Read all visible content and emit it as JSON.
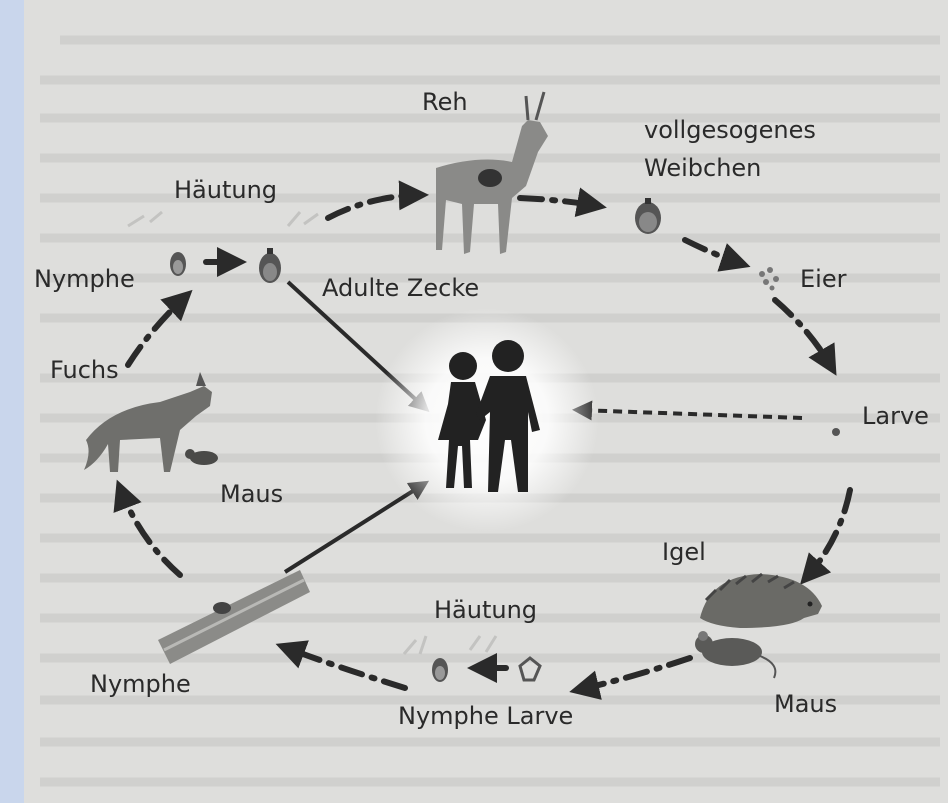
{
  "colors": {
    "frame": "#c9d6ec",
    "paper": "#dededc",
    "ink": "#2a2a2a",
    "glow": "#ffffff"
  },
  "labels": {
    "reh": "Reh",
    "vollgesogenes": "vollgesogenes",
    "weibchen": "Weibchen",
    "haeutung_top": "Häutung",
    "nymphe_top": "Nymphe",
    "adulte_zecke": "Adulte Zecke",
    "eier": "Eier",
    "fuchs": "Fuchs",
    "larve_right": "Larve",
    "maus_left": "Maus",
    "igel": "Igel",
    "haeutung_bottom": "Häutung",
    "nymphe_bottom_left": "Nymphe",
    "nymphe_larve": "Nymphe Larve",
    "maus_right": "Maus"
  },
  "icons": [
    "deer-icon",
    "engorged-female-tick-icon",
    "tick-eggs-icon",
    "larva-icon",
    "hedgehog-icon",
    "mouse-icon",
    "nymph-tick-icon",
    "larva-tick-icon",
    "grass-blade-icon",
    "fox-icon",
    "adult-tick-icon",
    "humans-icon"
  ]
}
